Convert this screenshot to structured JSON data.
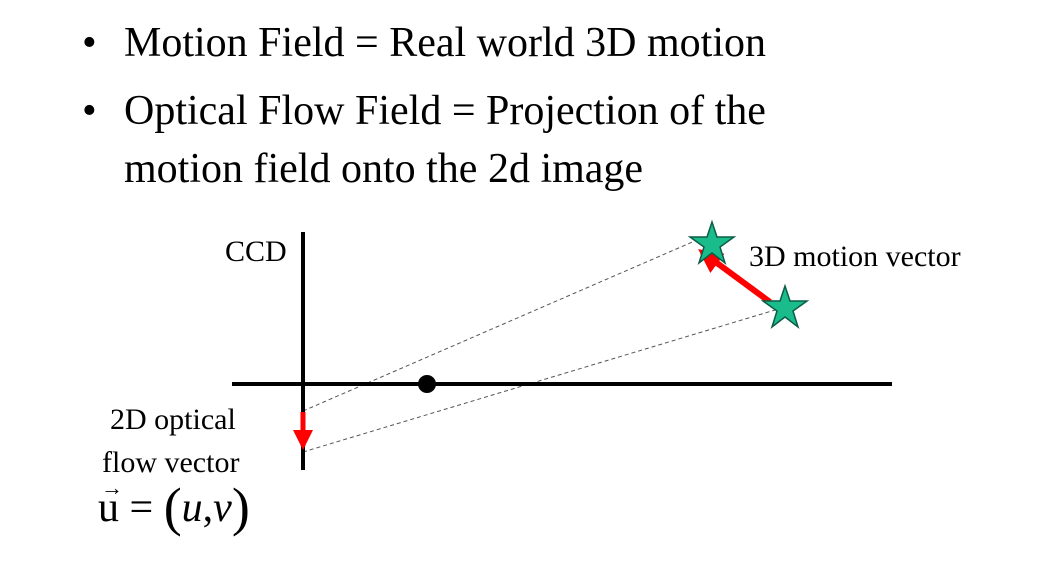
{
  "bullets": [
    {
      "marker": "•",
      "text": "Motion Field = Real world 3D motion"
    },
    {
      "marker": "•",
      "line1": "Optical Flow Field = Projection of the",
      "line2": "motion field onto the 2d image"
    }
  ],
  "diagram": {
    "ccd_label": "CCD",
    "motion_vector_label": "3D motion vector",
    "optical_flow_label_line1": "2D optical",
    "optical_flow_label_line2": "flow vector",
    "formula": {
      "vector_symbol": "u",
      "vector_arrow": "→",
      "equals": "=",
      "open_paren": "(",
      "var_u": "u",
      "comma": ",",
      "var_v": "v",
      "close_paren": ")"
    },
    "colors": {
      "arrow": "#ff0000",
      "star_fill": "#1abc8c",
      "star_stroke": "#0b5d45",
      "axis": "#000000",
      "projection_lines": "#555555"
    }
  }
}
